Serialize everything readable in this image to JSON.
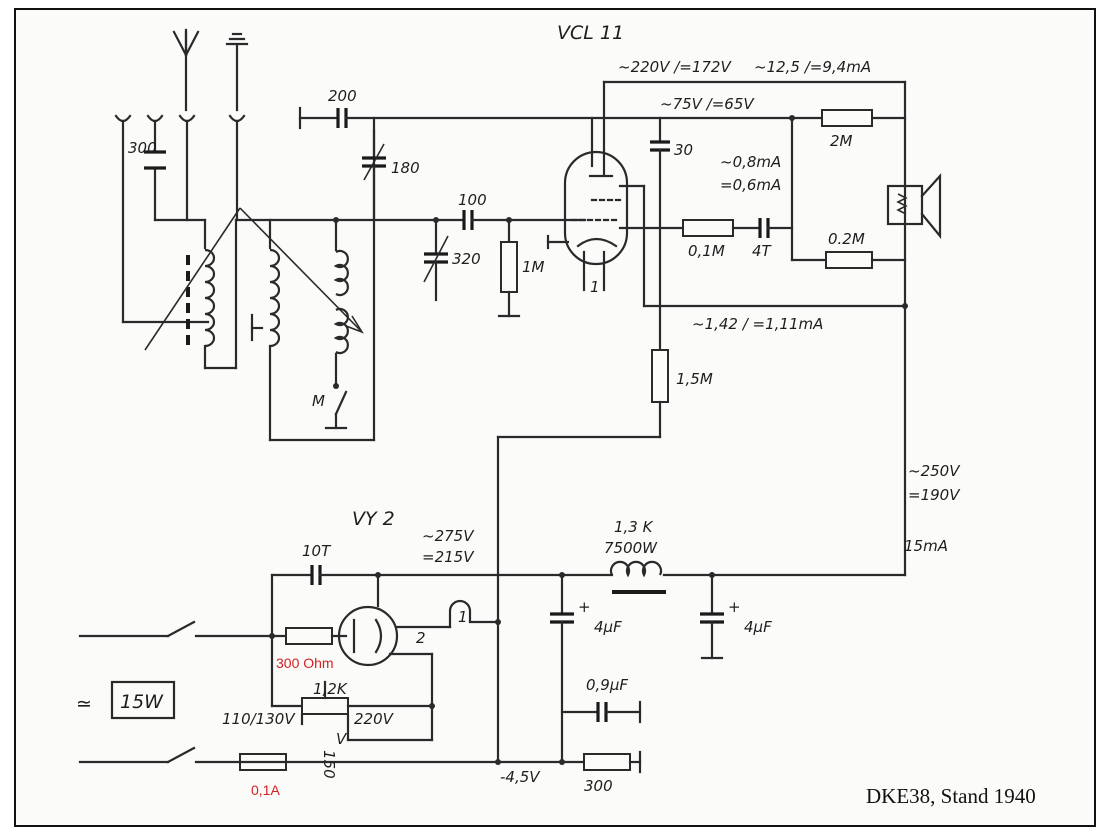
{
  "tubes": {
    "vcl11": "VCL 11",
    "vy2": "VY 2"
  },
  "readings": {
    "vcl11_plate": "~220V /=172V",
    "vcl11_current": "~12,5   /=9,4mA",
    "screen": "~75V /=65V",
    "screen_current_ac": "~0,8mA",
    "screen_current_dc": "=0,6mA",
    "cathode_current": "~1,42 / =1,11mA",
    "rect_voltage_ac": "~275V",
    "rect_voltage_dc": "=215V",
    "supply_ac": "~250V",
    "supply_dc": "=190V",
    "supply_current": "15mA",
    "bias": "-4,5V"
  },
  "components": {
    "c_antenna": "300",
    "c_coupling": "200",
    "c_trim": "180",
    "c_tune": "320",
    "c_grid": "100",
    "r_grid": "1M",
    "c_screen": "30",
    "r_2m": "2M",
    "r_01m": "0,1M",
    "c_4t": "4T",
    "r_02m": "0.2M",
    "r_15m": "1,5M",
    "c_10t": "10T",
    "r_300ohm": "300 Ohm",
    "r_12k": "1,2K",
    "tap_low": "110/130V",
    "tap_150": "150",
    "tap_150_unit": "V",
    "tap_high": "220V",
    "choke_res": "1,3 K",
    "choke_ind": "7500W",
    "c_4uf_a": "4µF",
    "c_4uf_b": "4µF",
    "c_09uf": "0,9µF",
    "r_300": "300",
    "fuse": "0,1A",
    "power": "15W",
    "mains_symbol": "≃",
    "switch_m": "M",
    "pin_1_top": "1",
    "pin_1_rect": "1",
    "pin_2_rect": "2",
    "plus_a": "+",
    "plus_b": "+"
  },
  "caption": "DKE38, Stand 1940",
  "colors": {
    "annotation_red": "#d42020",
    "ink": "#2a2a2a"
  }
}
